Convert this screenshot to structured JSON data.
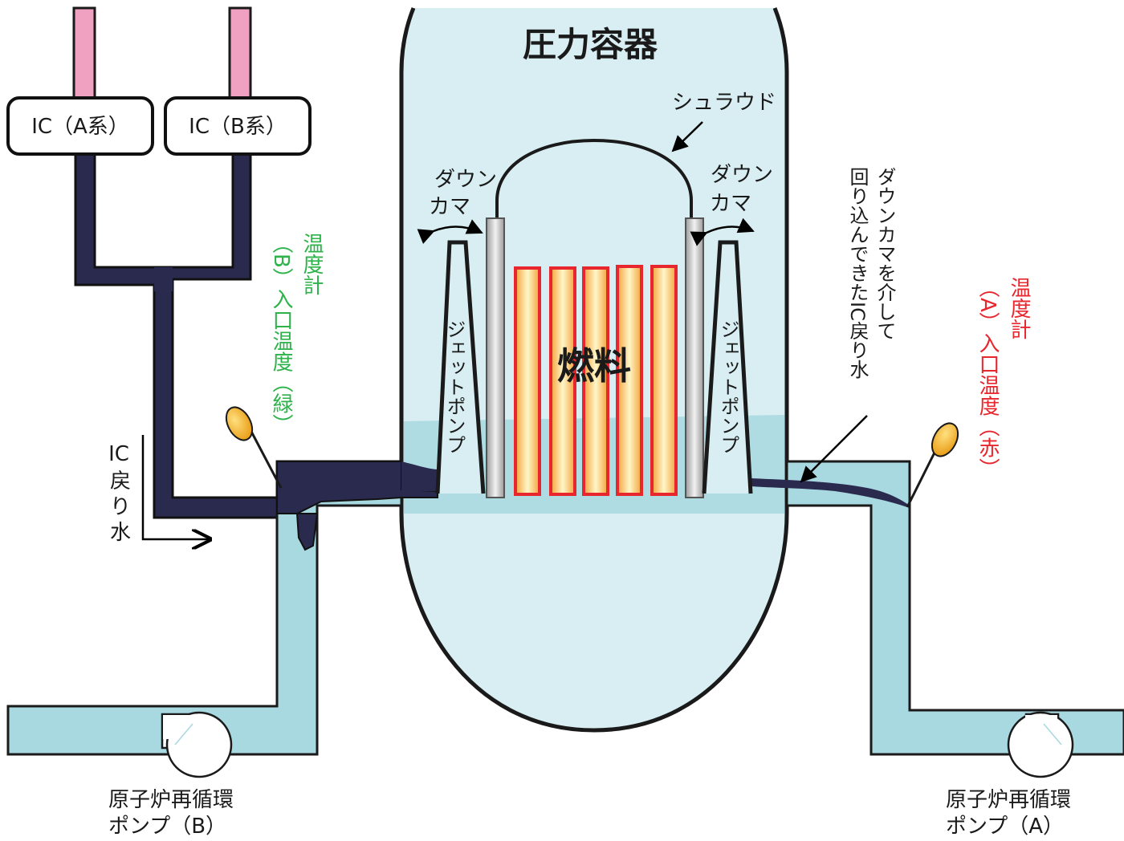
{
  "vessel_title": "圧力容器",
  "shroud_label": "シュラウド",
  "downcomer_label_line1": "ダウン",
  "downcomer_label_line2": "カマ",
  "jet_pump_label": "ジェットポンプ",
  "fuel_label": "燃料",
  "ic_a_label": "IC（A系）",
  "ic_b_label": "IC（B系）",
  "ic_return": {
    "line1": "IC",
    "line2": "戻",
    "line3": "り",
    "line4": "水"
  },
  "thermo_b": {
    "line1": "温度計",
    "line2": "（B）入口温度（緑）",
    "color": "#2db34a"
  },
  "thermo_a": {
    "line1": "温度計",
    "line2": "（A）入口温度（赤）",
    "color": "#e8262d"
  },
  "downcomer_return": {
    "line1": "ダウンカマを介して",
    "line2": "回り込んできたIC戻り水"
  },
  "pump_b": {
    "line1": "原子炉再循環",
    "line2": "ポンプ（B）"
  },
  "pump_a": {
    "line1": "原子炉再循環",
    "line2": "ポンプ（A）"
  },
  "colors": {
    "water": "#a8d8e0",
    "vessel_water": "#d8eef2",
    "ic_water": "#2a2a4e",
    "steam_pipe": "#f0a0c0",
    "fuel_outline": "#e8262d",
    "probe": "#f0b030"
  }
}
